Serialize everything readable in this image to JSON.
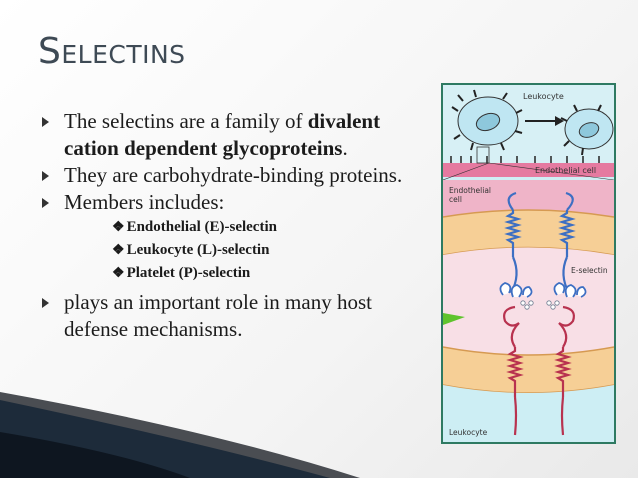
{
  "slide": {
    "title": "Selectins",
    "bullets": [
      {
        "pre": "The selectins are a family of ",
        "bold": "divalent cation dependent glycoproteins",
        "post": "."
      },
      {
        "text": "They are carbohydrate-binding proteins."
      },
      {
        "text": "Members includes:"
      },
      {
        "text": "plays an important role in many host defense mechanisms."
      }
    ],
    "members": [
      "Endothelial (E)-selectin",
      "Leukocyte (L)-selectin",
      "Platelet (P)-selectin"
    ]
  },
  "figure": {
    "leukocyte_top": "Leukocyte",
    "endothelial_cell_top": "Endothelial cell",
    "endothelial_cell_left_1": "Endothelial",
    "endothelial_cell_left_2": "cell",
    "e_selectin": "E-selectin",
    "leukocyte_bottom": "Leukocyte"
  },
  "colors": {
    "title": "#3e4a55",
    "membrane_pink": "#efb4c8",
    "membrane_orange": "#f6cf96",
    "selectin_blue": "#3d6fc3",
    "ligand_red": "#b8324f",
    "border": "#2e7a62"
  }
}
